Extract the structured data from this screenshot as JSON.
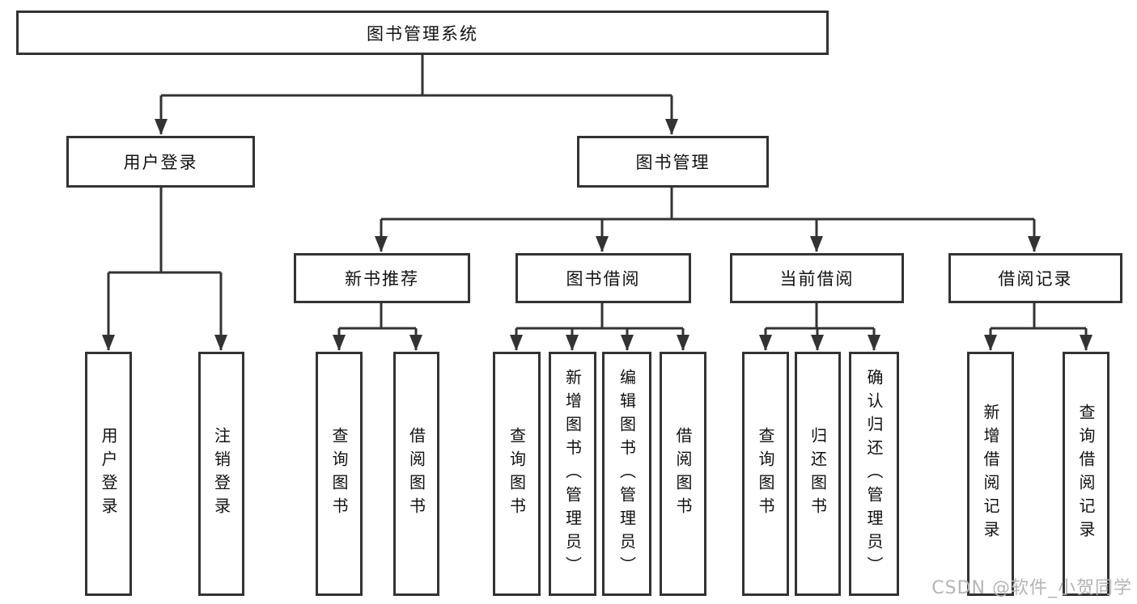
{
  "diagram_type": "feature-tree",
  "colors": {
    "line": "#333333",
    "box_border": "#333333",
    "box_fill": "#ffffff",
    "text": "#111111",
    "watermark": "#b5b5b5"
  },
  "tree": {
    "root": {
      "label": "图书管理系统"
    },
    "branches": [
      {
        "label": "用户登录",
        "children": [
          {
            "label": "用户登录"
          },
          {
            "label": "注销登录"
          }
        ]
      },
      {
        "label": "图书管理",
        "children": [
          {
            "label": "新书推荐",
            "children": [
              {
                "label": "查询图书"
              },
              {
                "label": "借阅图书"
              }
            ]
          },
          {
            "label": "图书借阅",
            "children": [
              {
                "label": "查询图书"
              },
              {
                "label": "新增图书（管理员）"
              },
              {
                "label": "编辑图书（管理员）"
              },
              {
                "label": "借阅图书"
              }
            ]
          },
          {
            "label": "当前借阅",
            "children": [
              {
                "label": "查询图书"
              },
              {
                "label": "归还图书"
              },
              {
                "label": "确认归还（管理员）"
              }
            ]
          },
          {
            "label": "借阅记录",
            "children": [
              {
                "label": "新增借阅记录"
              },
              {
                "label": "查询借阅记录"
              }
            ]
          }
        ]
      }
    ]
  },
  "watermark": {
    "text": "CSDN @软件_小贺同学"
  }
}
